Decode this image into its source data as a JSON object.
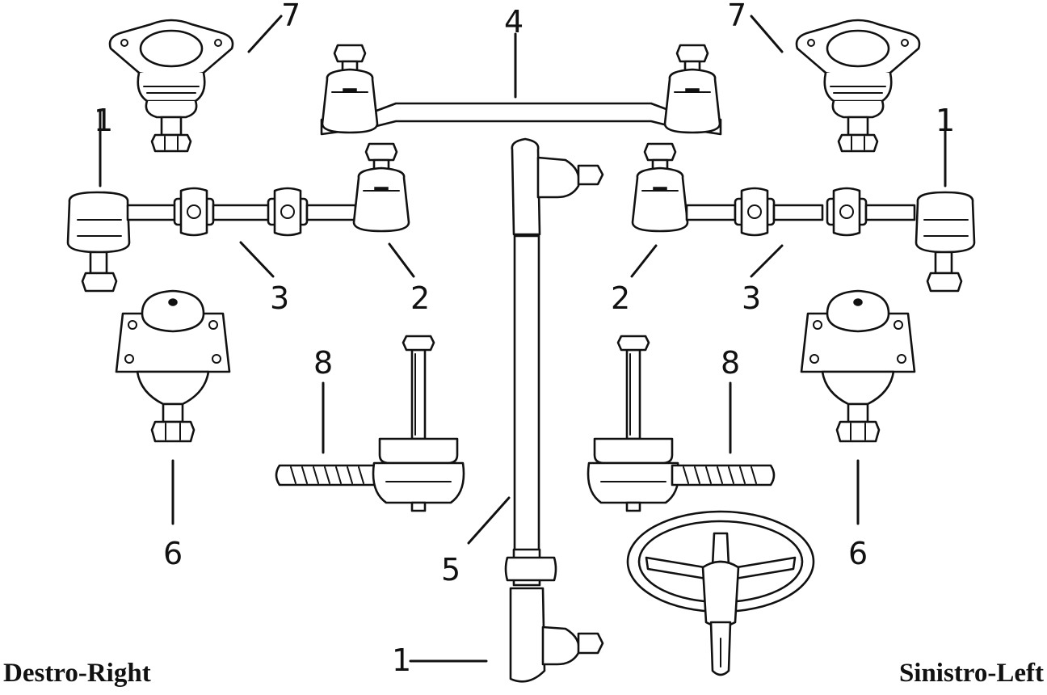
{
  "callouts": {
    "c1a": "1",
    "c1b": "1",
    "c1c": "1",
    "c2a": "2",
    "c2b": "2",
    "c3a": "3",
    "c3b": "3",
    "c4": "4",
    "c5": "5",
    "c6a": "6",
    "c6b": "6",
    "c7a": "7",
    "c7b": "7",
    "c8a": "8",
    "c8b": "8"
  },
  "footer": {
    "right_side_label": "Destro-Right",
    "left_side_label": "Sinistro-Left"
  }
}
